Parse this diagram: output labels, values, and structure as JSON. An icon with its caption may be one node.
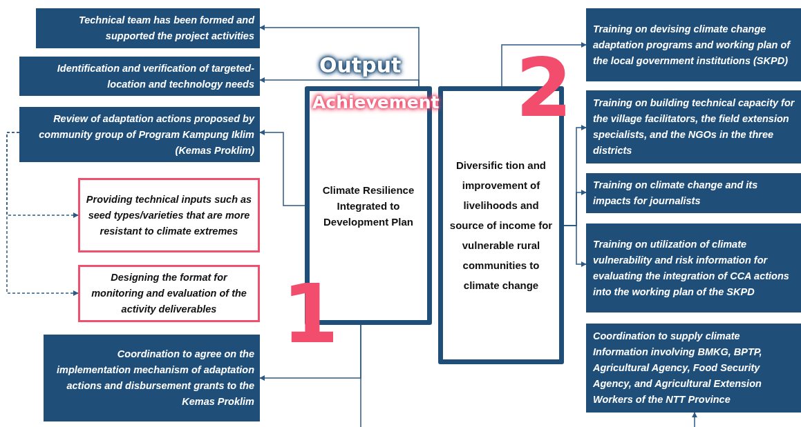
{
  "diagram": {
    "nodes": [
      {
        "text": [
          "Technical team has been formed and supported the project activities"
        ]
      },
      {
        "text": [
          "Identification and verification of targeted-location and technology needs"
        ]
      },
      {
        "text": [
          "Review of adaptation actions proposed by community group of Program Kampung Iklim (Kemas Proklim)"
        ]
      },
      {
        "text": [
          "Providing technical inputs such as seed types/varieties that are more resistant to climate extremes"
        ]
      },
      {
        "text": [
          "Designing the format for monitoring and evaluation of the activity deliverables"
        ]
      },
      {
        "text": [
          "Coordination to agree on the implementation mechanism of adaptation actions and disbursement grants to the Kemas Proklim"
        ]
      },
      {
        "text": [
          "Climate Resilience Integrated to Development Plan"
        ]
      },
      {
        "text": [
          "Diversific tion and improvement of livelihoods and source of income for vulnerable rural communities to climate change"
        ]
      },
      {
        "text": [
          "Training on devising climate change adaptation programs and working plan of the local government institutions (SKPD)"
        ]
      },
      {
        "text": [
          "Training on building technical capacity for the village facilitators, the field extension specialists, and the NGOs in the three districts"
        ]
      },
      {
        "text": [
          "Training on climate change and its impacts for journalists"
        ]
      },
      {
        "text": [
          "Training on utilization of climate vulnerability and risk information for evaluating the integration of CCA actions into the working plan of the SKPD"
        ]
      },
      {
        "text": [
          "Coordination to supply climate Information involving BMKG, BPTP, Agricultural Agency, Food Security Agency, and Agricultural Extension Workers of the NTT Province"
        ]
      }
    ],
    "edges": [
      {
        "from": 6,
        "to": 0,
        "arrow": "to"
      },
      {
        "from": 6,
        "to": 1,
        "arrow": "to"
      },
      {
        "from": 6,
        "to": 2,
        "arrow": "to"
      },
      {
        "from": 2,
        "to": 3,
        "arrow": "to",
        "style": "dashed"
      },
      {
        "from": 2,
        "to": 4,
        "arrow": "to",
        "style": "dashed"
      },
      {
        "from": 6,
        "to": 5,
        "arrow": "to"
      },
      {
        "from": 6,
        "to": null,
        "arrow": "none"
      },
      {
        "from": 7,
        "to": 8,
        "arrow": "to"
      },
      {
        "from": 7,
        "to": 9,
        "arrow": "to"
      },
      {
        "from": 7,
        "to": 10,
        "arrow": "to"
      },
      {
        "from": 7,
        "to": 11,
        "arrow": "to"
      },
      {
        "from": null,
        "to": 12,
        "arrow": "to"
      }
    ],
    "labels": [
      "Output",
      "Achievement",
      "2",
      "1"
    ]
  }
}
